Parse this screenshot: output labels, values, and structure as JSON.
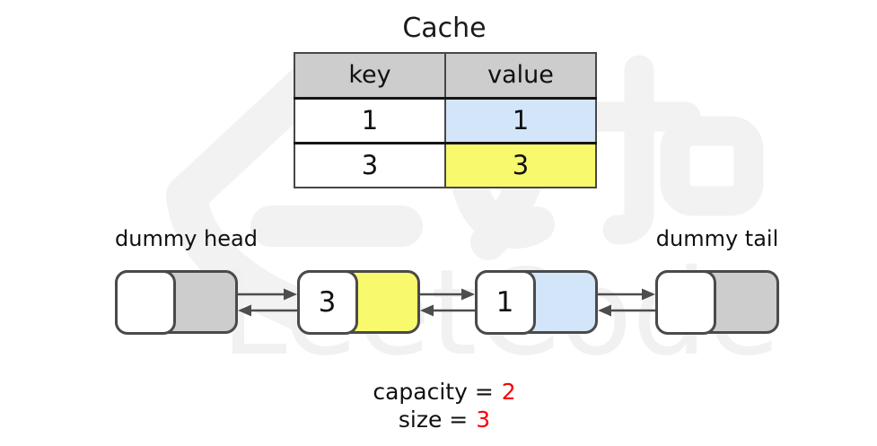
{
  "title": "Cache",
  "watermark": {
    "text": "LeetCode"
  },
  "cache_table": {
    "headers": [
      "key",
      "value"
    ],
    "header_bg": "#cdcdcd",
    "rows": [
      {
        "key": "1",
        "value": "1",
        "value_bg": "#d3e5f8"
      },
      {
        "key": "3",
        "value": "3",
        "value_bg": "#f9f96e"
      }
    ]
  },
  "linked_list": {
    "head_label": "dummy head",
    "tail_label": "dummy tail",
    "nodes": [
      {
        "name": "dummy-head",
        "value": "",
        "bg": "#cdcdcd"
      },
      {
        "name": "node-3",
        "value": "3",
        "bg": "#f9f96e"
      },
      {
        "name": "node-1",
        "value": "1",
        "bg": "#d3e5f8"
      },
      {
        "name": "dummy-tail",
        "value": "",
        "bg": "#cdcdcd"
      }
    ]
  },
  "stats": {
    "capacity_label": "capacity =",
    "capacity_value": "2",
    "size_label": "size =",
    "size_value": "3",
    "highlight_color": "#fa0000"
  }
}
